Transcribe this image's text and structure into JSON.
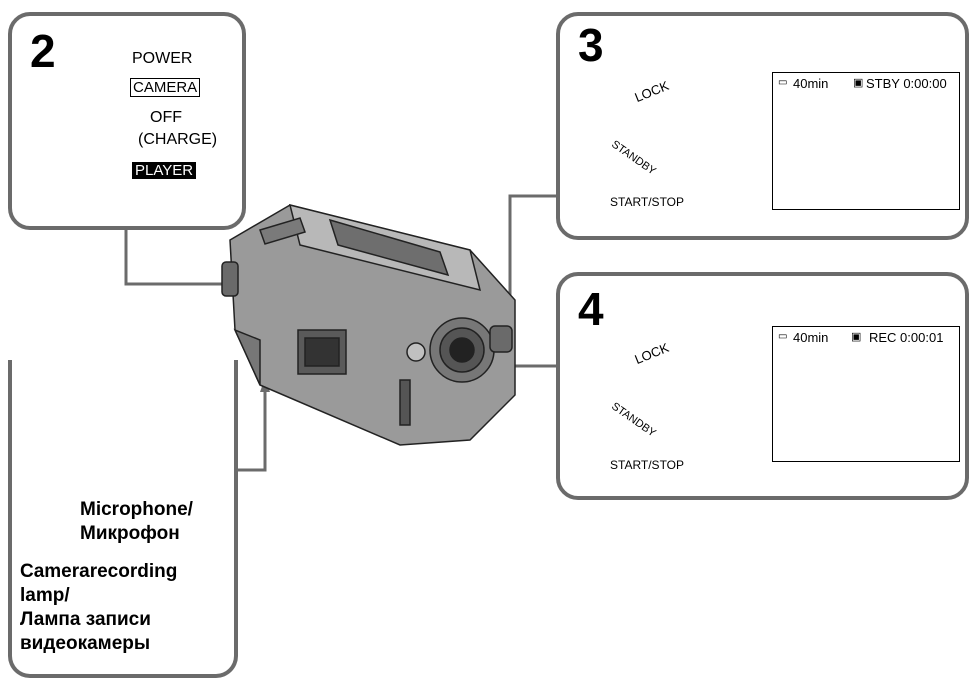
{
  "step2": {
    "number": "2",
    "power_label": "POWER",
    "camera_label": "CAMERA",
    "off_label": "OFF",
    "charge_label": "(CHARGE)",
    "player_label": "PLAYER"
  },
  "step3": {
    "number": "3",
    "lock_label": "LOCK",
    "standby_label": "STANDBY",
    "startstop_label": "START/STOP",
    "lcd": {
      "battery": "40min",
      "status": "STBY 0:00:00"
    }
  },
  "step4": {
    "number": "4",
    "lock_label": "LOCK",
    "standby_label": "STANDBY",
    "startstop_label": "START/STOP",
    "lcd": {
      "battery": "40min",
      "status": "REC 0:00:01"
    }
  },
  "callouts": {
    "microphone": [
      "Microphone/",
      "Микрофон"
    ],
    "lamp": [
      "Camerarecording",
      "lamp/",
      "Лампа записи",
      "видеокамеры"
    ]
  },
  "colors": {
    "frame": "#6b6b6b",
    "arrow": "#555555",
    "body": "#8a8a8a"
  }
}
